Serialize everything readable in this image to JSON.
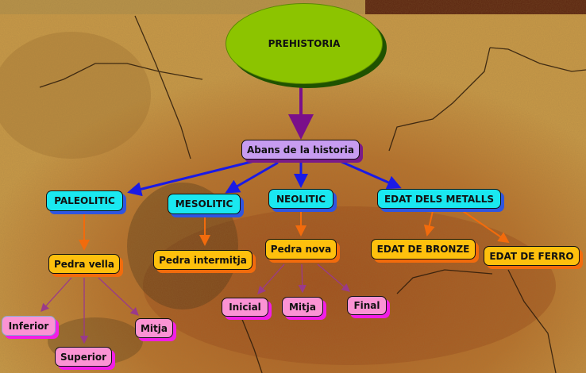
{
  "title": "PREHISTORIA",
  "root": {
    "label": "Abans de la historia"
  },
  "periods": [
    {
      "label": "PALEOLITIC"
    },
    {
      "label": "MESOLITIC"
    },
    {
      "label": "NEOLITIC"
    },
    {
      "label": "EDAT DELS METALLS"
    }
  ],
  "subperiods": [
    {
      "label": "Pedra vella"
    },
    {
      "label": "Pedra intermitja"
    },
    {
      "label": "Pedra nova"
    },
    {
      "label": "EDAT DE BRONZE"
    },
    {
      "label": "EDAT DE FERRO"
    }
  ],
  "paleolitic_phases": [
    {
      "label": "Inferior"
    },
    {
      "label": "Superior"
    },
    {
      "label": "Mitja"
    }
  ],
  "neolitic_phases": [
    {
      "label": "Inicial"
    },
    {
      "label": "Mitja"
    },
    {
      "label": "Final"
    }
  ],
  "colors": {
    "title_ellipse": "#8cc400",
    "root_node": "#c79cf0",
    "period_nodes": "#1ae8f0",
    "subperiod_nodes": "#fec00d",
    "phase_nodes": "#fb93d4",
    "arrow_root": "#7a0f8a",
    "arrow_periods": "#1a1ae6",
    "arrow_subperiods": "#f26b0c",
    "arrow_phases": "#9a3a8a"
  }
}
